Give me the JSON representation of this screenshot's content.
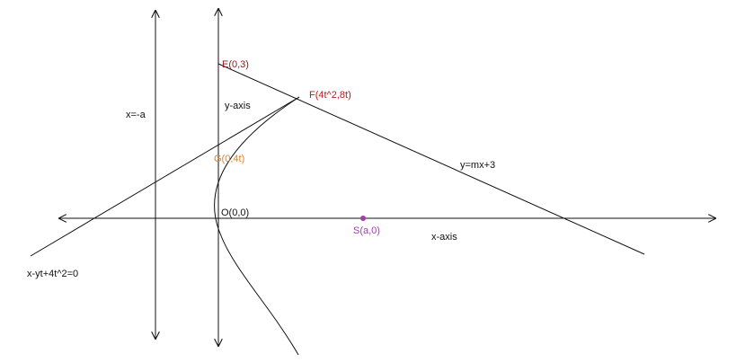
{
  "labels": {
    "directrix": "x=-a",
    "y_axis": "y-axis",
    "x_axis": "x-axis",
    "origin": "O(0,0)",
    "point_e": "E(0,3)",
    "point_f": "F(4t^2,8t)",
    "point_g": "G(0,4t)",
    "point_s": "S(a,0)",
    "tangent_line": "y=mx+3",
    "chord_line": "x-yt+4t^2=0"
  },
  "colors": {
    "ink": "#111111",
    "point_e": "#8b1a1a",
    "point_f": "#b11e1e",
    "point_g": "#ee7d22",
    "point_s": "#a23cad"
  }
}
